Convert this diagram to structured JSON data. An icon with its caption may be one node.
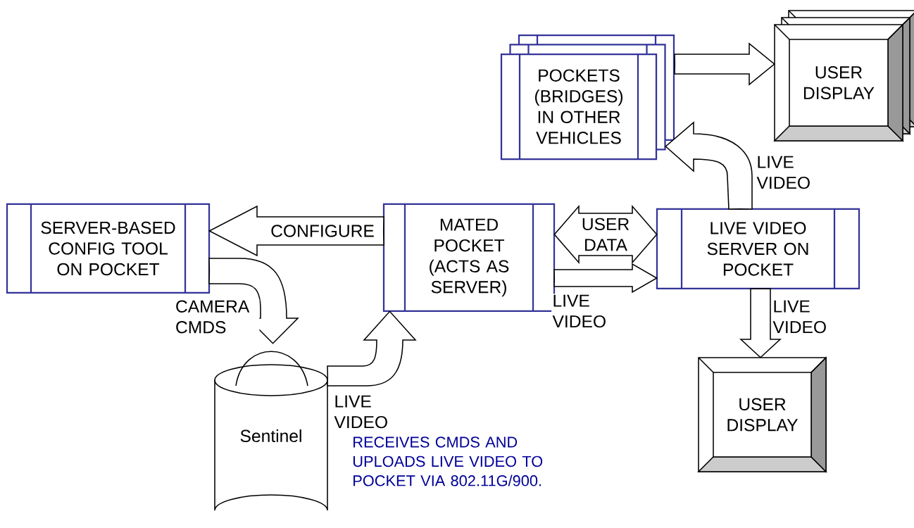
{
  "diagram": {
    "nodes": [
      {
        "text": [
          "SERVER-BASED CONFIG TOOL ON POCKET"
        ]
      },
      {
        "text": [
          "MATED POCKET (ACTS AS SERVER)"
        ]
      },
      {
        "text": [
          "LIVE VIDEO SERVER ON POCKET"
        ]
      },
      {
        "text": [
          "POCKETS (BRIDGES) IN OTHER VEHICLES"
        ]
      },
      {
        "text": [
          "USER DISPLAY"
        ]
      },
      {
        "text": [
          "USER DISPLAY"
        ]
      },
      {
        "text": [
          "Sentinel"
        ]
      }
    ],
    "edges": [
      {
        "from": 1,
        "to": 0,
        "arrow": "to",
        "label": "CONFIGURE"
      },
      {
        "from": 0,
        "to": 6,
        "arrow": "to",
        "label": "CAMERA CMDS"
      },
      {
        "from": 6,
        "to": 1,
        "arrow": "to",
        "label": "LIVE VIDEO"
      },
      {
        "from": 1,
        "to": 2,
        "arrow": "both",
        "label": "USER DATA"
      },
      {
        "from": 1,
        "to": 2,
        "arrow": "to",
        "label": "LIVE VIDEO"
      },
      {
        "from": 2,
        "to": 3,
        "arrow": "to",
        "label": "LIVE VIDEO"
      },
      {
        "from": 3,
        "to": 4,
        "arrow": "to"
      },
      {
        "from": 2,
        "to": 5,
        "arrow": "to",
        "label": "LIVE VIDEO"
      }
    ],
    "labels": [
      "RECEIVES CMDS AND UPLOADS LIVE VIDEO TO POCKET VIA 802.11G/900."
    ]
  }
}
